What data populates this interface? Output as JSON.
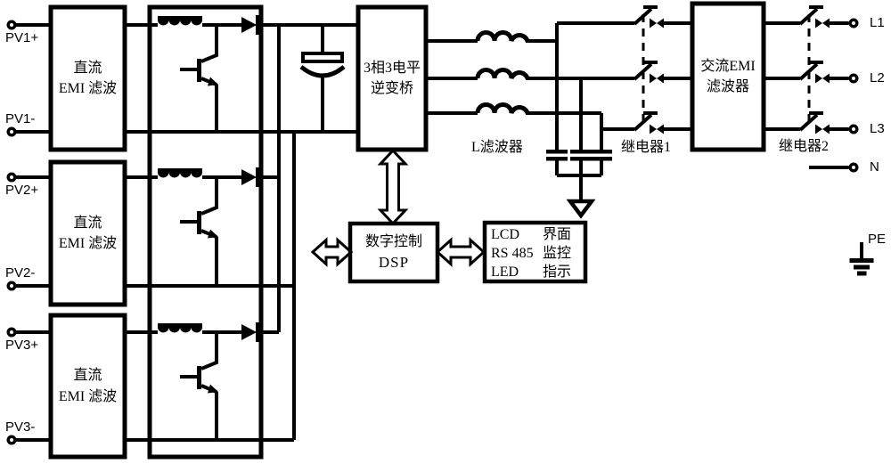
{
  "diagram": {
    "background": "#ffffff",
    "line_color": "#000000",
    "pv_terminals": [
      {
        "label": "PV1+"
      },
      {
        "label": "PV1-"
      },
      {
        "label": "PV2+"
      },
      {
        "label": "PV2-"
      },
      {
        "label": "PV3+"
      },
      {
        "label": "PV3-"
      }
    ],
    "ac_terminals": [
      {
        "label": "L1"
      },
      {
        "label": "L2"
      },
      {
        "label": "L3"
      },
      {
        "label": "N"
      }
    ],
    "pe_label": "PE",
    "dc_emi_filter": {
      "line1": "直流",
      "line2": "EMI 滤波"
    },
    "inverter": {
      "line1": "3相3电平",
      "line2": "逆变桥"
    },
    "l_filter_label": "L滤波器",
    "relay1_label": "继电器1",
    "relay2_label": "继电器2",
    "ac_emi_filter": {
      "line1": "交流EMI",
      "line2": "滤波器"
    },
    "dsp": {
      "line1": "数字控制",
      "line2": "DSP"
    },
    "hmi": {
      "rows": [
        {
          "left": "LCD",
          "right": "界面"
        },
        {
          "left": "RS 485",
          "right": "监控"
        },
        {
          "left": "LED",
          "right": "指示"
        }
      ]
    }
  }
}
